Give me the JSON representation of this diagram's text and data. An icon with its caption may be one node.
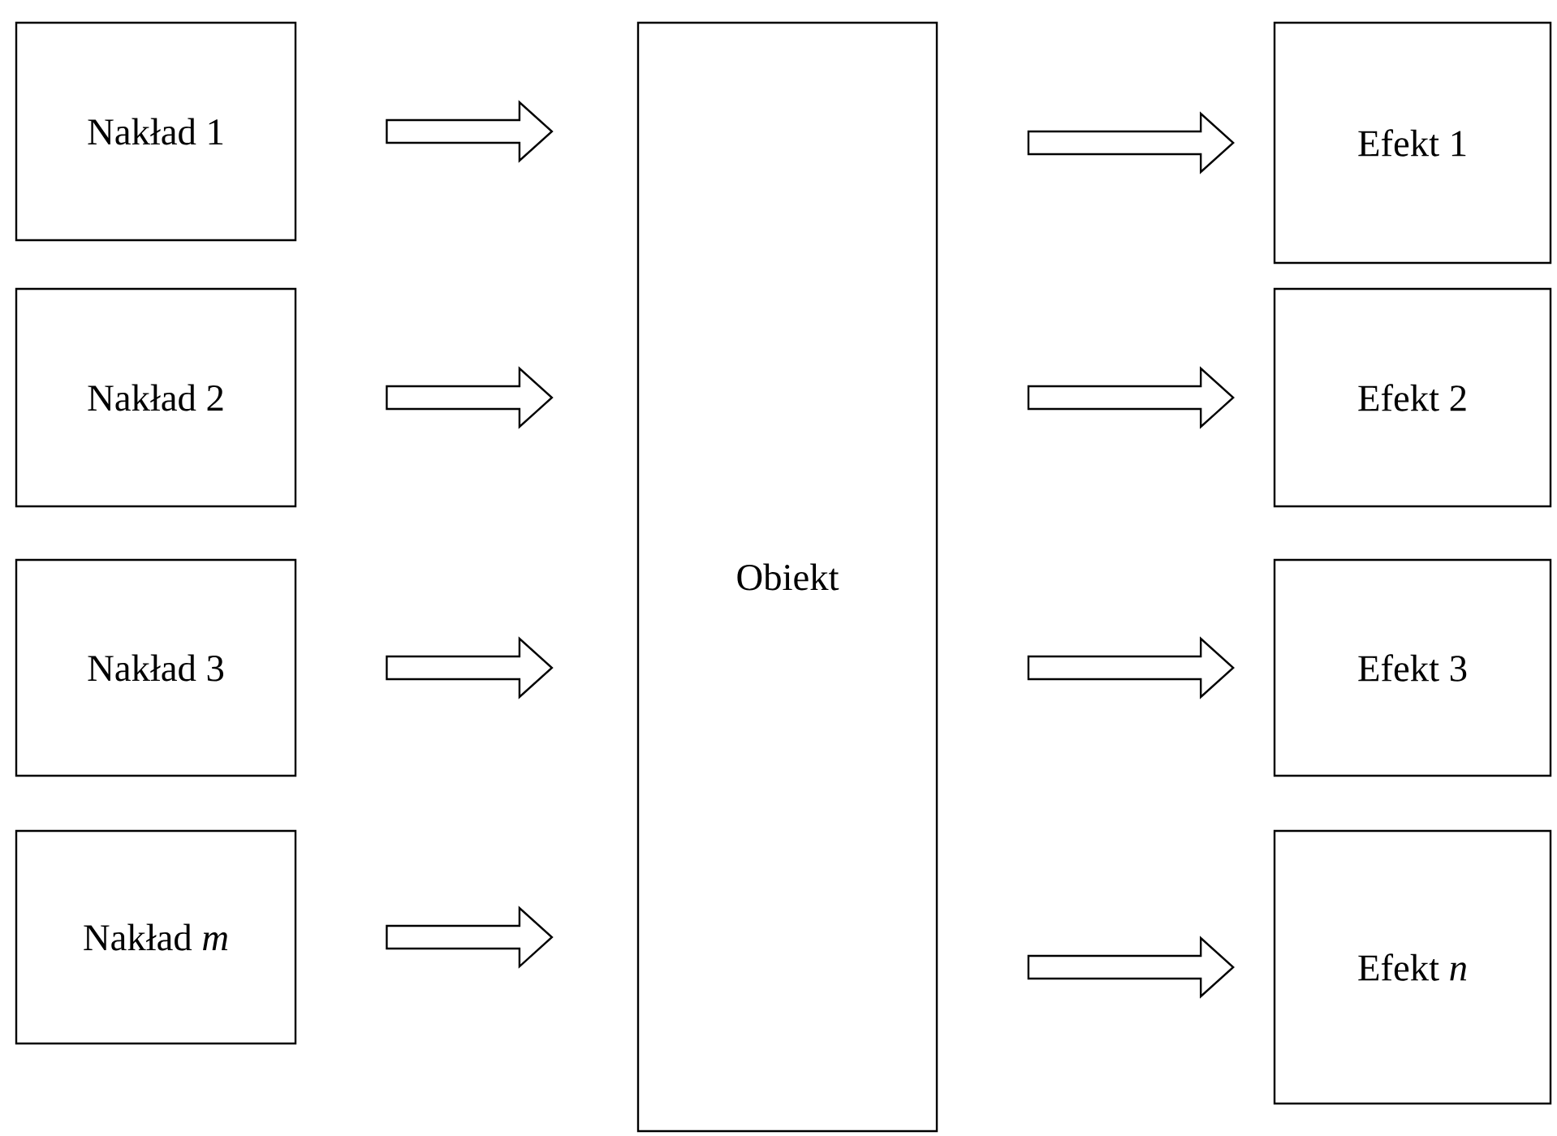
{
  "diagram": {
    "nodes": [
      {
        "text": [
          "Nakład 1"
        ]
      },
      {
        "text": [
          "Nakład 2"
        ]
      },
      {
        "text": [
          "Nakład 3"
        ]
      },
      {
        "text": [
          "Nakład *m*"
        ]
      },
      {
        "text": [
          "Obiekt"
        ]
      },
      {
        "text": [
          "Efekt 1"
        ]
      },
      {
        "text": [
          "Efekt 2"
        ]
      },
      {
        "text": [
          "Efekt 3"
        ]
      },
      {
        "text": [
          "Efekt *n*"
        ]
      }
    ],
    "edges": [
      {
        "from": 0,
        "to": 4,
        "arrow": "to"
      },
      {
        "from": 1,
        "to": 4,
        "arrow": "to"
      },
      {
        "from": 2,
        "to": 4,
        "arrow": "to"
      },
      {
        "from": 3,
        "to": 4,
        "arrow": "to"
      },
      {
        "from": 4,
        "to": 5,
        "arrow": "to"
      },
      {
        "from": 4,
        "to": 6,
        "arrow": "to"
      },
      {
        "from": 4,
        "to": 7,
        "arrow": "to"
      },
      {
        "from": 4,
        "to": 8,
        "arrow": "to"
      }
    ]
  }
}
